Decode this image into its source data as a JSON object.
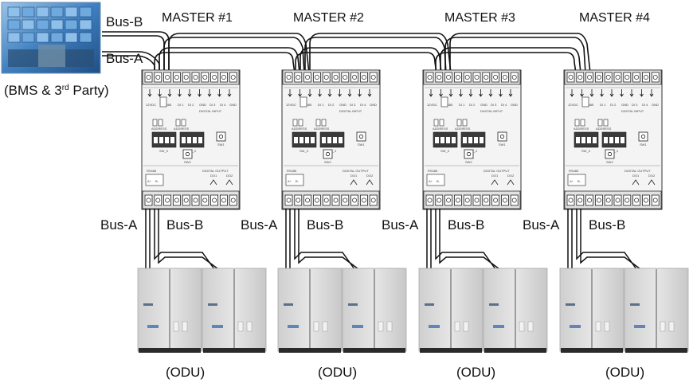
{
  "bms": {
    "caption": "(BMS & 3rd Party)",
    "caption_main": "(BMS & 3",
    "caption_sup": "rd",
    "caption_tail": " Party)"
  },
  "top_bus": {
    "bus_b": "Bus-B",
    "bus_a": "Bus-A"
  },
  "masters": [
    {
      "title": "MASTER #1",
      "bus_a": "Bus-A",
      "bus_b": "Bus-B",
      "odu": "(ODU)"
    },
    {
      "title": "MASTER #2",
      "bus_a": "Bus-A",
      "bus_b": "Bus-B",
      "odu": "(ODU)"
    },
    {
      "title": "MASTER #3",
      "bus_a": "Bus-A",
      "bus_b": "Bus-B",
      "odu": "(ODU)"
    },
    {
      "title": "MASTER #4",
      "bus_a": "Bus-A",
      "bus_b": "Bus-B",
      "odu": "(ODU)"
    }
  ],
  "module_text": {
    "rs485": "RS485",
    "digital_input": "DIGITAL INPUT",
    "digital_output": "DIGITAL OUTPUT",
    "sw1": "SW1",
    "sw2": "SW2",
    "sw_3": "SW_3",
    "sw_4": "SW_4",
    "v12": "12VDC",
    "di1": "DI 1",
    "di2": "DI 2",
    "di3": "DI 3",
    "di4": "DI 4",
    "gnd": "GND",
    "do1": "DO1",
    "do2": "DO2",
    "ra": "A+",
    "rb": "B-",
    "addr1": "ADDRESS",
    "addr2": "ADDRESS"
  },
  "colors": {
    "wire": "#111111",
    "module_fill": "#f4f4f4",
    "module_stroke": "#333333",
    "odu_fill": "#dcdcdc",
    "odu_dark": "#b9b9b9",
    "screen_blue": "#3c78b4"
  }
}
